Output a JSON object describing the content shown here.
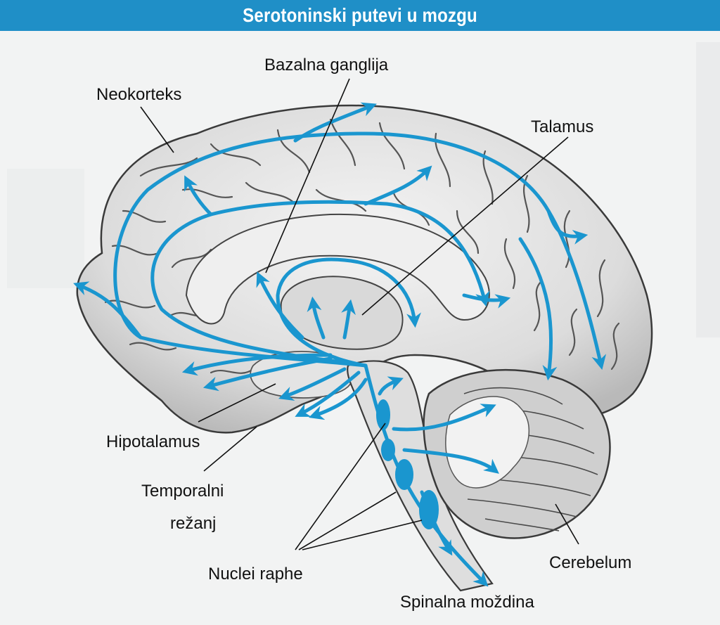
{
  "header": {
    "title": "Serotoninski putevi u mozgu"
  },
  "labels": {
    "bazalna_ganglija": "Bazalna ganglija",
    "neokorteks": "Neokorteks",
    "talamus": "Talamus",
    "hipotalamus": "Hipotalamus",
    "temporalni_line1": "Temporalni",
    "temporalni_line2": "režanj",
    "nuclei_raphe": "Nuclei raphe",
    "cerebelum": "Cerebelum",
    "spinalna_mozdina": "Spinalna moždina"
  },
  "colors": {
    "header_bg": "#1f8fc7",
    "pathway": "#1a96cf",
    "brain_fill": "#e7e7e7",
    "brain_outline": "#3a3a3a",
    "background": "#f2f3f3"
  },
  "icons": {
    "arrowhead": "arrowhead-icon"
  }
}
